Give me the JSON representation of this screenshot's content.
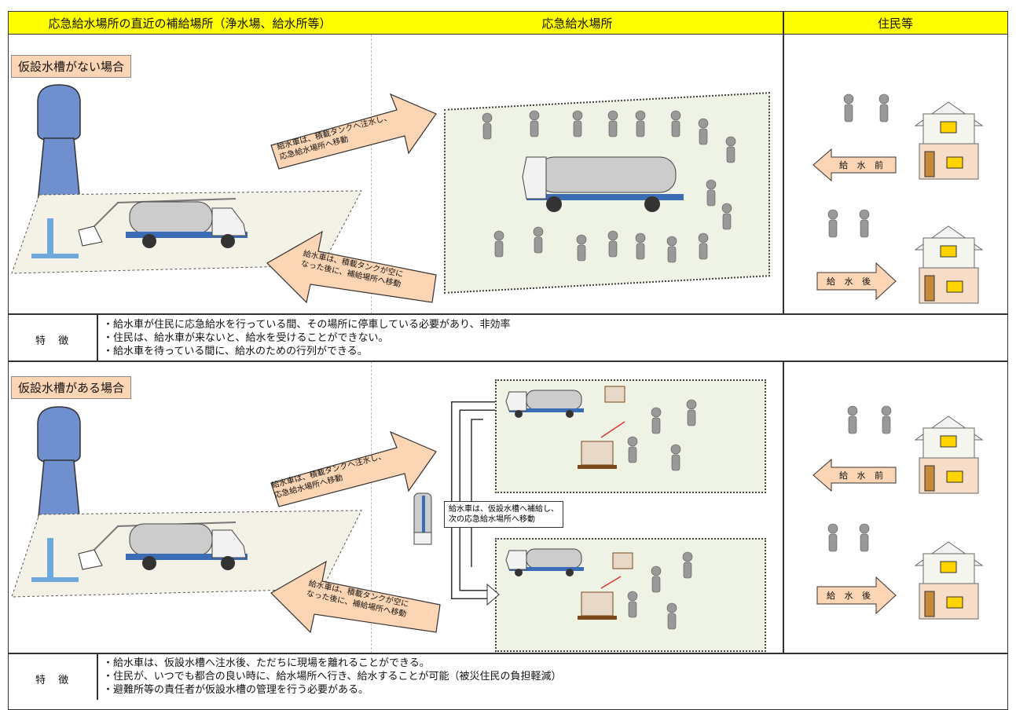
{
  "headers": {
    "col1": "応急給水場所の直近の補給場所（浄水場、給水所等）",
    "col2": "応急給水場所",
    "col3": "住民等"
  },
  "case1": {
    "label": "仮設水槽がない場合",
    "arrow_to_site": "給水車は、積載タンクへ注水し、\n応急給水場所へ移動",
    "arrow_back": "給水車は、積載タンクが空に\nなった後に、補給場所へ移動",
    "before": "給 水 前",
    "after": "給 水 後",
    "feature_label": "特 徴",
    "features": [
      "・給水車が住民に応急給水を行っている間、その場所に停車している必要があり、非効率",
      "・住民は、給水車が来ないと、給水を受けることができない。",
      "・給水車を待っている間に、給水のための行列ができる。"
    ]
  },
  "case2": {
    "label": "仮設水槽がある場合",
    "arrow_to_site": "給水車は、積載タンクへ注水し、\n応急給水場所へ移動",
    "arrow_back": "給水車は、積載タンクが空に\nなった後に、補給場所へ移動",
    "move_note": "給水車は、仮設水槽へ補給し、\n次の応急給水場所へ移動",
    "before": "給 水 前",
    "after": "給 水 後",
    "feature_label": "特 徴",
    "features": [
      "・給水車は、仮設水槽へ注水後、ただちに現場を離れることができる。",
      "・住民が、いつでも都合の良い時に、給水場所へ行き、給水することが可能（被災住民の負担軽減）",
      "・避難所等の責任者が仮設水槽の管理を行う必要がある。"
    ]
  },
  "colors": {
    "header": "#ffff00",
    "label_bg": "#fcd5b4",
    "arrow_fill": "#fcd5b4",
    "scene_bg": "#eef3e6",
    "tower": "#6f8fcf"
  },
  "icons": [
    "water-tower-icon",
    "water-truck-icon",
    "person-icon",
    "house-icon",
    "water-tank-icon",
    "arrow-icon"
  ]
}
